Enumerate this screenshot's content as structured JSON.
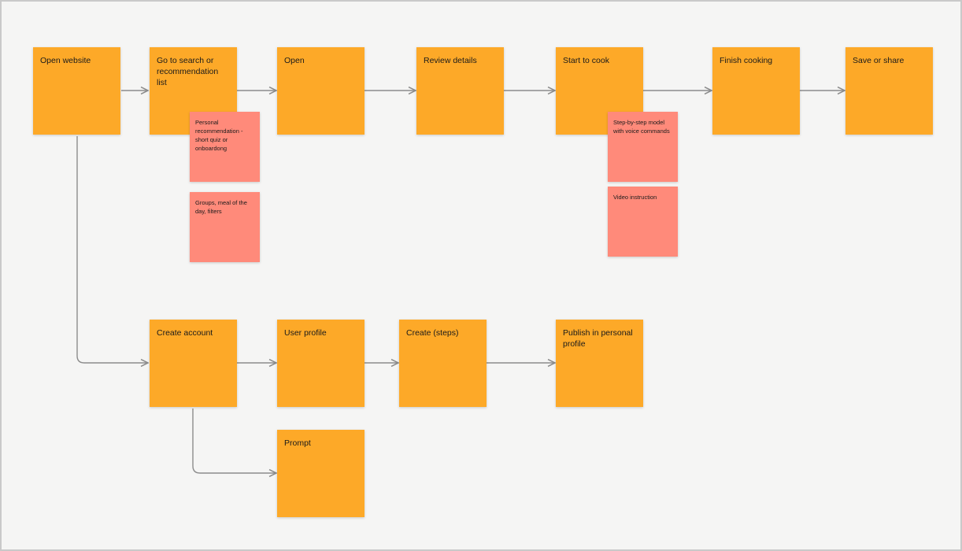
{
  "flow": {
    "main_row": [
      {
        "id": "open-website",
        "text": "Open website"
      },
      {
        "id": "go-to-search",
        "text": "Go to search or recommendation list"
      },
      {
        "id": "open",
        "text": "Open"
      },
      {
        "id": "review-details",
        "text": "Review details"
      },
      {
        "id": "start-to-cook",
        "text": "Start to cook"
      },
      {
        "id": "finish-cooking",
        "text": "Finish cooking"
      },
      {
        "id": "save-or-share",
        "text": "Save or share"
      }
    ],
    "search_notes": [
      {
        "text": "Personal recommendation - short quiz or onboardong"
      },
      {
        "text": "Groups, meal of the day, filters"
      }
    ],
    "cook_notes": [
      {
        "text": "Step-by-step model with voice commands"
      },
      {
        "text": "Video instruction"
      }
    ],
    "account_row": [
      {
        "id": "create-account",
        "text": "Create account"
      },
      {
        "id": "user-profile",
        "text": "User profile"
      },
      {
        "id": "create-steps",
        "text": "Create (steps)"
      },
      {
        "id": "publish-profile",
        "text": "Publish in personal profile"
      }
    ],
    "prompt": {
      "text": "Prompt"
    }
  },
  "colors": {
    "step_sticky": "#fda928",
    "note_sticky": "#ff8a7a",
    "connector": "#8c8c8c",
    "canvas": "#f5f5f4"
  }
}
